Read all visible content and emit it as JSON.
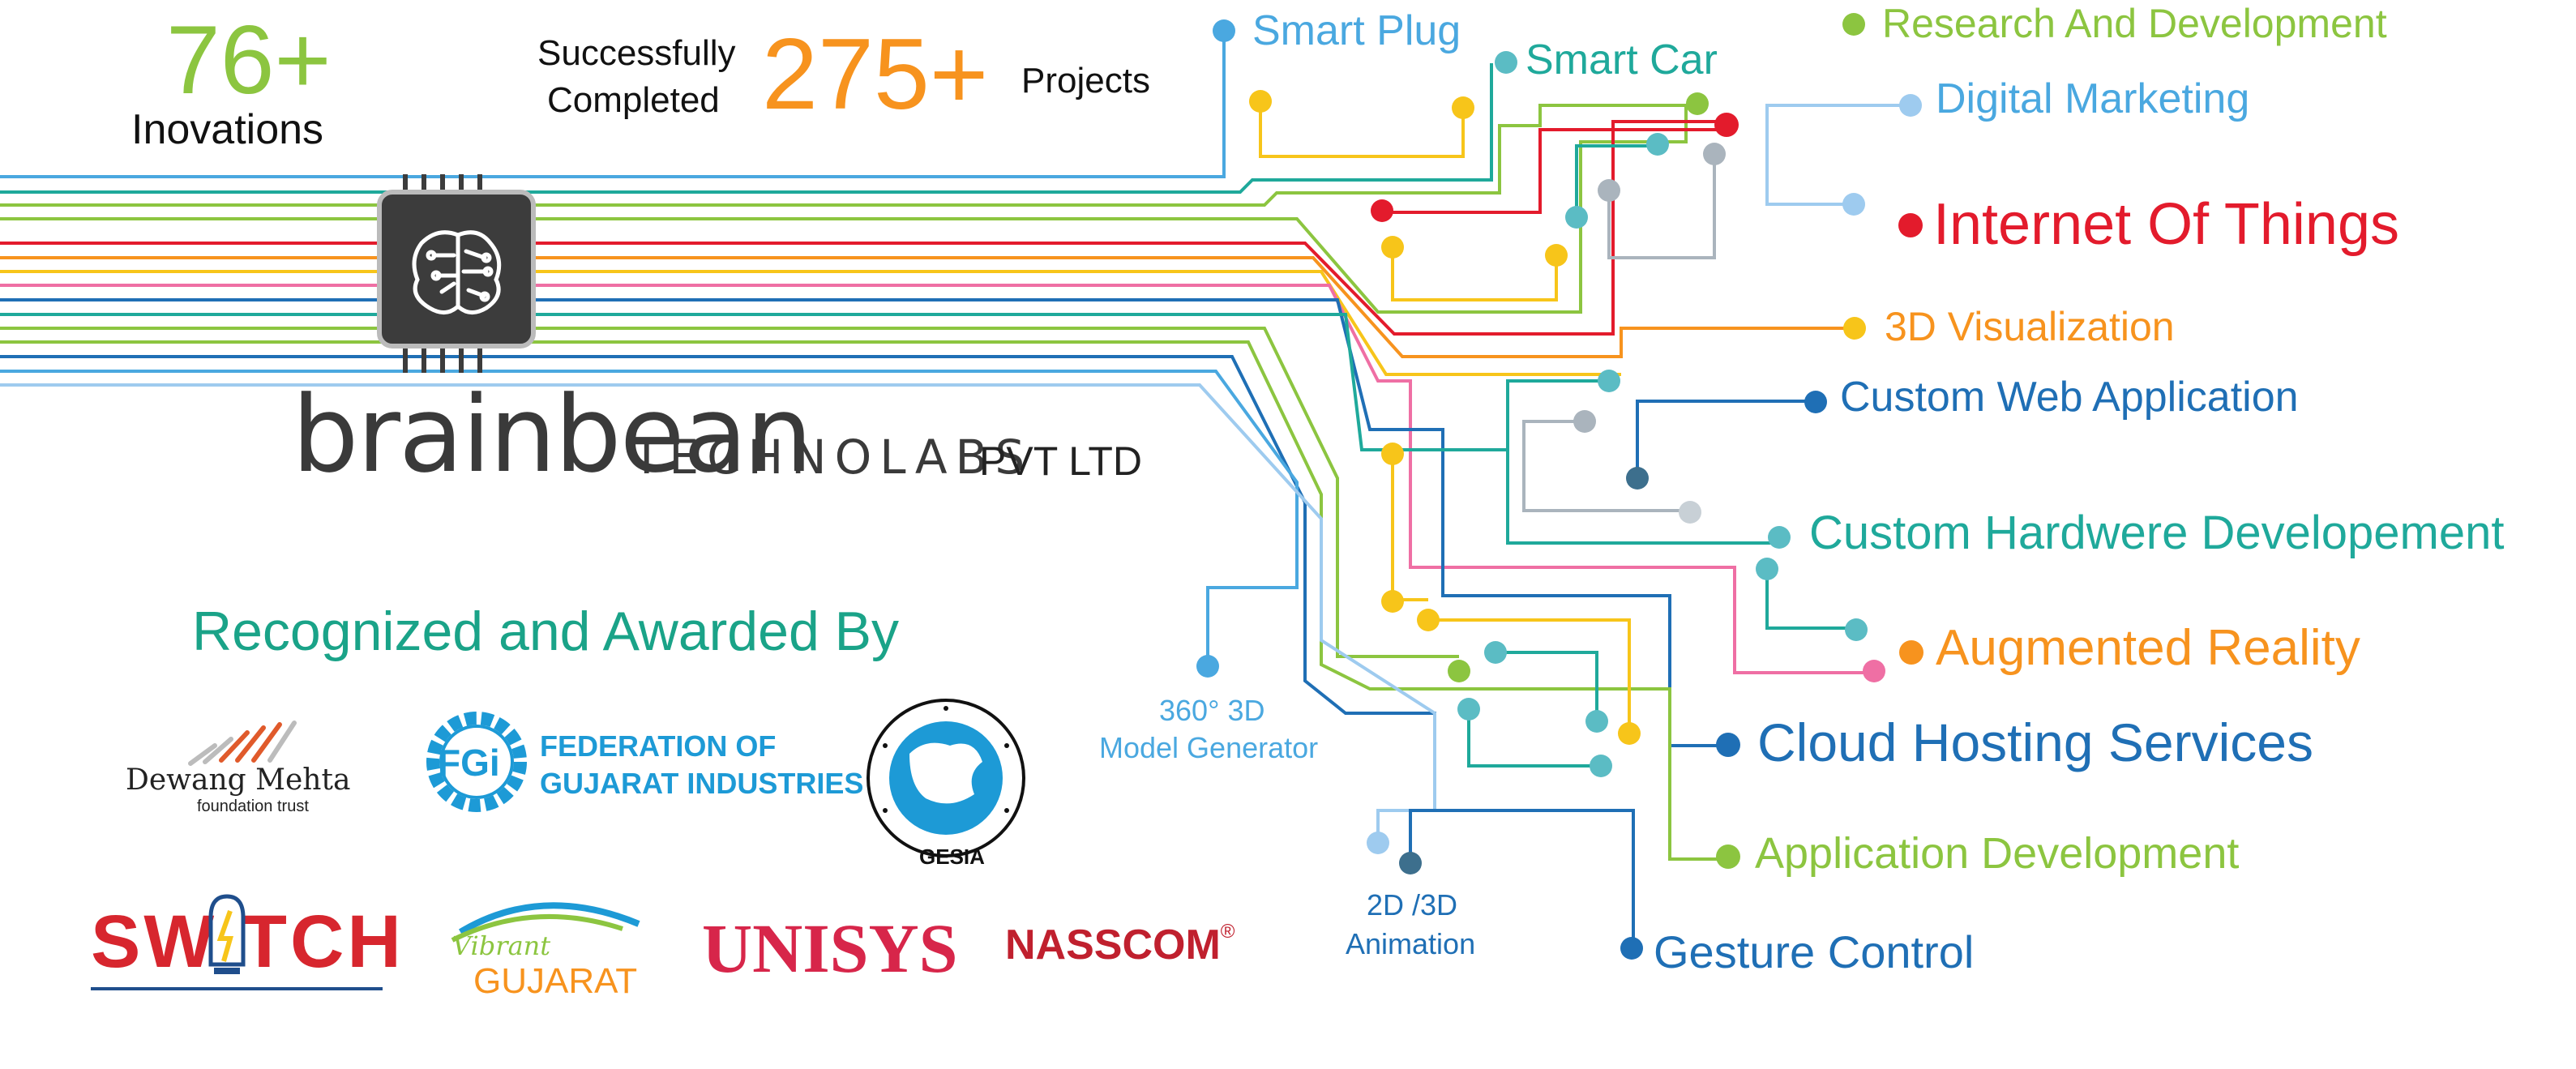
{
  "stats": {
    "innovations_number": "76+",
    "innovations_label": "Inovations",
    "completed_line1": "Successfully",
    "completed_line2": "Completed",
    "projects_number": "275+",
    "projects_label": "Projects"
  },
  "brand": {
    "name_main": "brainbean",
    "name_sub": "TECHNOLABS",
    "name_suffix": "PVT LTD"
  },
  "services": [
    {
      "label": "Smart Plug",
      "color": "#4aa8e0"
    },
    {
      "label": "Smart Car",
      "color": "#1fa99b"
    },
    {
      "label": "Research And Development",
      "color": "#8cc540"
    },
    {
      "label": "Digital Marketing",
      "color": "#4aa8e0"
    },
    {
      "label": "Internet Of Things",
      "color": "#e31b2c"
    },
    {
      "label": "3D Visualization",
      "color": "#f7931e"
    },
    {
      "label": "Custom Web Application",
      "color": "#1f6fb5"
    },
    {
      "label": "Custom Hardwere Developement",
      "color": "#1fa99b"
    },
    {
      "label": "Augmented Reality",
      "color": "#f7931e"
    },
    {
      "label": "Cloud Hosting Services",
      "color": "#1f6fb5"
    },
    {
      "label": "Application Development",
      "color": "#8cc540"
    },
    {
      "label": "Gesture Control",
      "color": "#1f6fb5"
    },
    {
      "label": "360° 3D",
      "color": "#4aa8e0"
    },
    {
      "label": "Model Generator",
      "color": "#4aa8e0"
    },
    {
      "label": "2D /3D",
      "color": "#1f6fb5"
    },
    {
      "label": "Animation",
      "color": "#1f6fb5"
    }
  ],
  "recognition": {
    "heading": "Recognized and Awarded By",
    "logos": {
      "dewang_name": "Dewang Mehta",
      "dewang_sub": "foundation trust",
      "fgi_mark": "FGi",
      "fgi_line1": "FEDERATION OF",
      "fgi_line2": "GUJARAT INDUSTRIES",
      "gesia": "GESIA",
      "switch": "SW TCH",
      "vibrant_script": "Vibrant",
      "vibrant_word": "GUJARAT",
      "unisys": "UNISYS",
      "nasscom": "NASSCOM",
      "nasscom_mark": "®"
    }
  },
  "colors": {
    "green": "#8cc540",
    "orange": "#f7931e",
    "teal": "#1aa388",
    "red": "#e31b2c",
    "blue": "#1f6fb5",
    "light_blue": "#4aa8e0",
    "yellow": "#f7c51a",
    "pink": "#ef6fa4",
    "grey": "#aab4bd",
    "chip": "#3c3c3c"
  }
}
